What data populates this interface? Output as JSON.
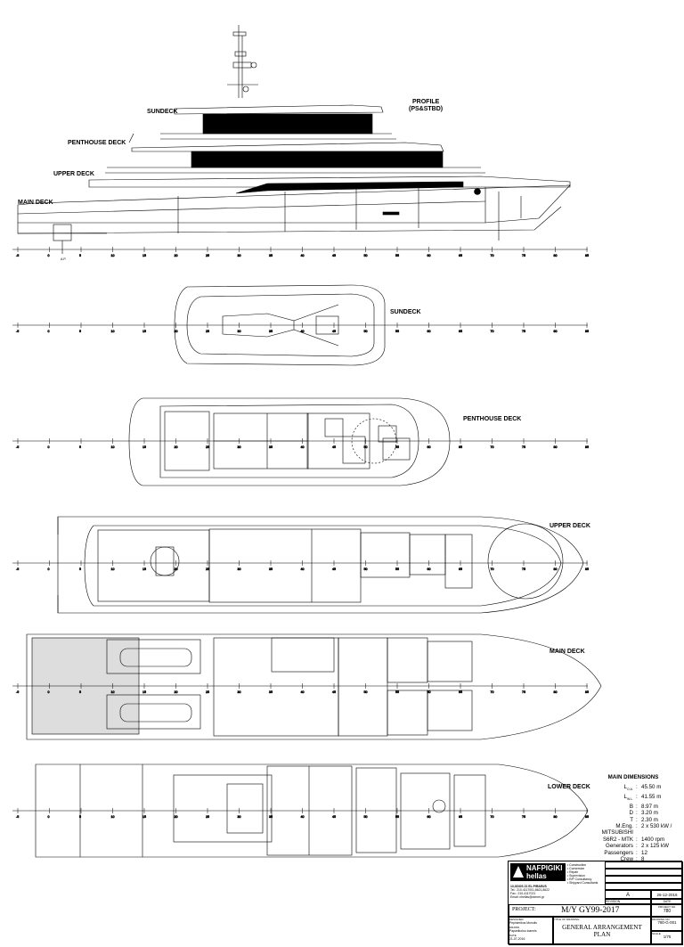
{
  "deck_labels": {
    "sundeck_profile": "SUNDECK",
    "penthouse_profile": "PENTHOUSE DECK",
    "upper_profile": "UPPER DECK",
    "main_profile": "MAIN DECK",
    "profile_title": "PROFILE",
    "profile_sub": "(PS&STBD)",
    "sundeck_plan": "SUNDECK",
    "penthouse_plan": "PENTHOUSE DECK",
    "upper_plan": "UPPER DECK",
    "main_plan": "MAIN DECK",
    "lower_plan": "LOWER DECK",
    "ap_mark": "A.P."
  },
  "frame_ticks": [
    "-5",
    "0",
    "5",
    "10",
    "15",
    "20",
    "25",
    "30",
    "35",
    "40",
    "45",
    "50",
    "55",
    "60",
    "65",
    "70",
    "75",
    "80",
    "85"
  ],
  "main_dimensions": {
    "title": "MAIN DIMENSIONS",
    "rows": [
      {
        "k": "L",
        "sub": "O.A.",
        "v": "45.50 m"
      },
      {
        "k": "L",
        "sub": "W.L.",
        "v": "41.55 m"
      },
      {
        "k": "B",
        "sub": "",
        "v": "8.97 m"
      },
      {
        "k": "D",
        "sub": "",
        "v": "3.20 m"
      },
      {
        "k": "T",
        "sub": "",
        "v": "2.30 m"
      },
      {
        "k": "M.Eng. MITSUBISHI",
        "sub": "",
        "v": "2 x 530 kW /"
      },
      {
        "k": "S6R2 - MTK",
        "sub": "",
        "v": "1400 rpm"
      },
      {
        "k": "Generators",
        "sub": "",
        "v": "2 x 125  kW"
      },
      {
        "k": "Passengers",
        "sub": "",
        "v": "12"
      },
      {
        "k": "Crew",
        "sub": "",
        "v": "8"
      }
    ]
  },
  "title_block": {
    "logo_line1": "NAFPIGIKI",
    "logo_line2": "hellas",
    "services": [
      "Construction",
      "Conversion",
      "Repair",
      "Supervision",
      "R/P Consultancy",
      "Shipyard Consultants"
    ],
    "address": "13,ODOS 21 EL.PIRAEUS",
    "tel": "Tel.: 210-4117001,8621,8622",
    "fax": "Fax.: 210-4117021",
    "email": "Email: nhellas@otenet.gr",
    "revision_letter": "A",
    "revision_date": "26-12-2016",
    "revision_label": "REVISION",
    "date_label": "DATE",
    "project_no_label": "PROJECT NO.",
    "project_no": "780",
    "project_label": "PROJECT:",
    "project_name": "M/Y GY99-2017",
    "designer_label": "DESIGNER",
    "designer": "Pepinimikos Monolis",
    "drawn_label": "DRAWN",
    "drawn": "Papanikolou Ioannis",
    "date2_label": "DATE",
    "date2": "21-07-2016",
    "title_label": "TITLE OF DRAWING",
    "drawing_title_1": "GENERAL ARRANGEMENT",
    "drawing_title_2": "PLAN",
    "drawing_no_label": "DRAWING NO.",
    "drawing_no": "780-G-001",
    "scale_label": "SCALE",
    "scale": "1/75"
  }
}
